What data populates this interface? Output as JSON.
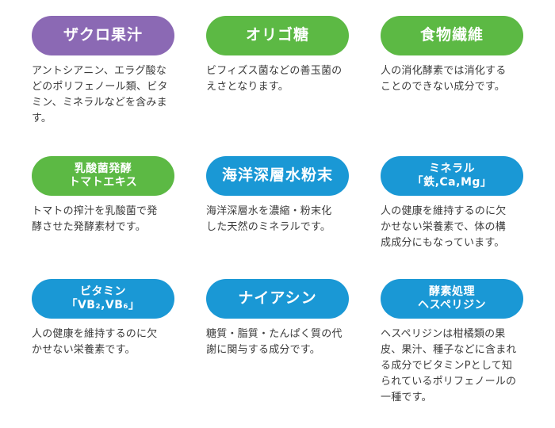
{
  "items": [
    {
      "title": "ザクロ果汁",
      "size": "large",
      "color": "#8b69b4",
      "description": "アントシアニン、エラグ酸な\nどのポリフェノール類、ビタ\nミン、ミネラルなどを含みま\nす。"
    },
    {
      "title": "オリゴ糖",
      "size": "large",
      "color": "#5cb944",
      "description": "ビフィズス菌などの善玉菌の\nえさとなります。"
    },
    {
      "title": "食物繊維",
      "size": "large",
      "color": "#5cb944",
      "description": "人の消化酵素では消化する\nことのできない成分です。"
    },
    {
      "title": "乳酸菌発酵\nトマトエキス",
      "size": "small",
      "color": "#5cb944",
      "description": "トマトの搾汁を乳酸菌で発\n酵させた発酵素材です。"
    },
    {
      "title": "海洋深層水粉末",
      "size": "large",
      "color": "#1a98d5",
      "description": "海洋深層水を濃縮・粉末化\nした天然のミネラルです。"
    },
    {
      "title": "ミネラル\n「鉄,Ca,Mg」",
      "size": "small",
      "color": "#1a98d5",
      "description": "人の健康を維持するのに欠\nかせない栄養素で、体の構\n成成分にもなっています。"
    },
    {
      "title": "ビタミン\n「VB₂,VB₆」",
      "size": "small",
      "color": "#1a98d5",
      "description": "人の健康を維持するのに欠\nかせない栄養素です。"
    },
    {
      "title": "ナイアシン",
      "size": "large",
      "color": "#1a98d5",
      "description": "糖質・脂質・たんぱく質の代\n謝に関与する成分です。"
    },
    {
      "title": "酵素処理\nヘスペリジン",
      "size": "small",
      "color": "#1a98d5",
      "description": "ヘスペリジンは柑橘類の果\n皮、果汁、種子などに含まれ\nる成分でビタミンPとして知\nられているポリフェノールの\n一種です。"
    }
  ]
}
